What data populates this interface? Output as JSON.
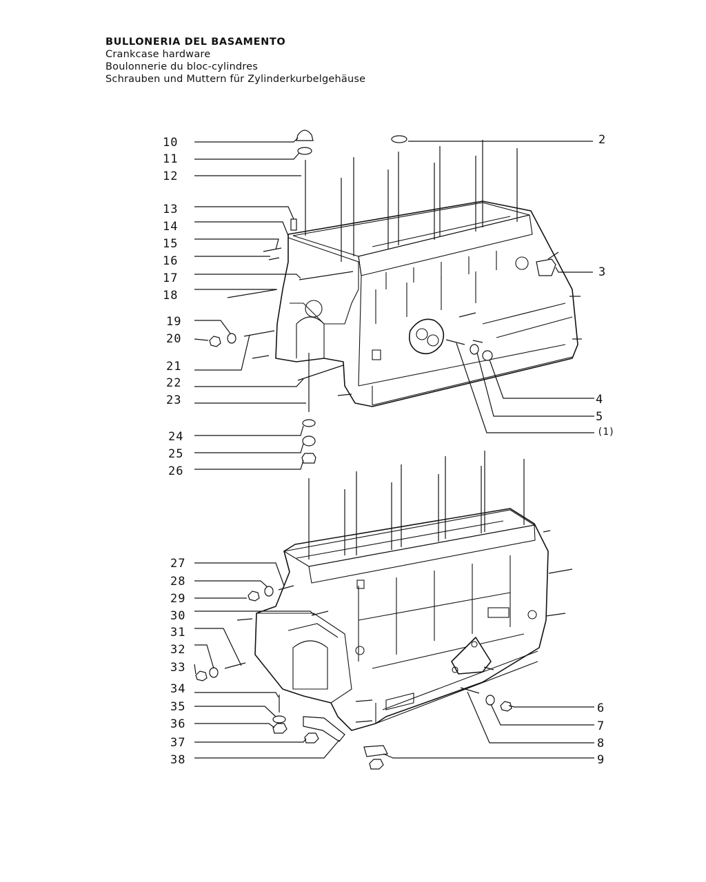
{
  "header": {
    "title_it": "BULLONERIA DEL BASAMENTO",
    "title_en": "Crankcase hardware",
    "title_fr": "Boulonnerie du bloc-cylindres",
    "title_de": "Schrauben und Muttern für Zylinderkurbelgehäuse"
  },
  "callouts": {
    "c1": "(1)",
    "c2": "2",
    "c3": "3",
    "c4": "4",
    "c5": "5",
    "c6": "6",
    "c7": "7",
    "c8": "8",
    "c9": "9",
    "c10": "10",
    "c11": "11",
    "c12": "12",
    "c13": "13",
    "c14": "14",
    "c15": "15",
    "c16": "16",
    "c17": "17",
    "c18": "18",
    "c19": "19",
    "c20": "20",
    "c21": "21",
    "c22": "22",
    "c23": "23",
    "c24": "24",
    "c25": "25",
    "c26": "26",
    "c27": "27",
    "c28": "28",
    "c29": "29",
    "c30": "30",
    "c31": "31",
    "c32": "32",
    "c33": "33",
    "c34": "34",
    "c35": "35",
    "c36": "36",
    "c37": "37",
    "c38": "38"
  }
}
